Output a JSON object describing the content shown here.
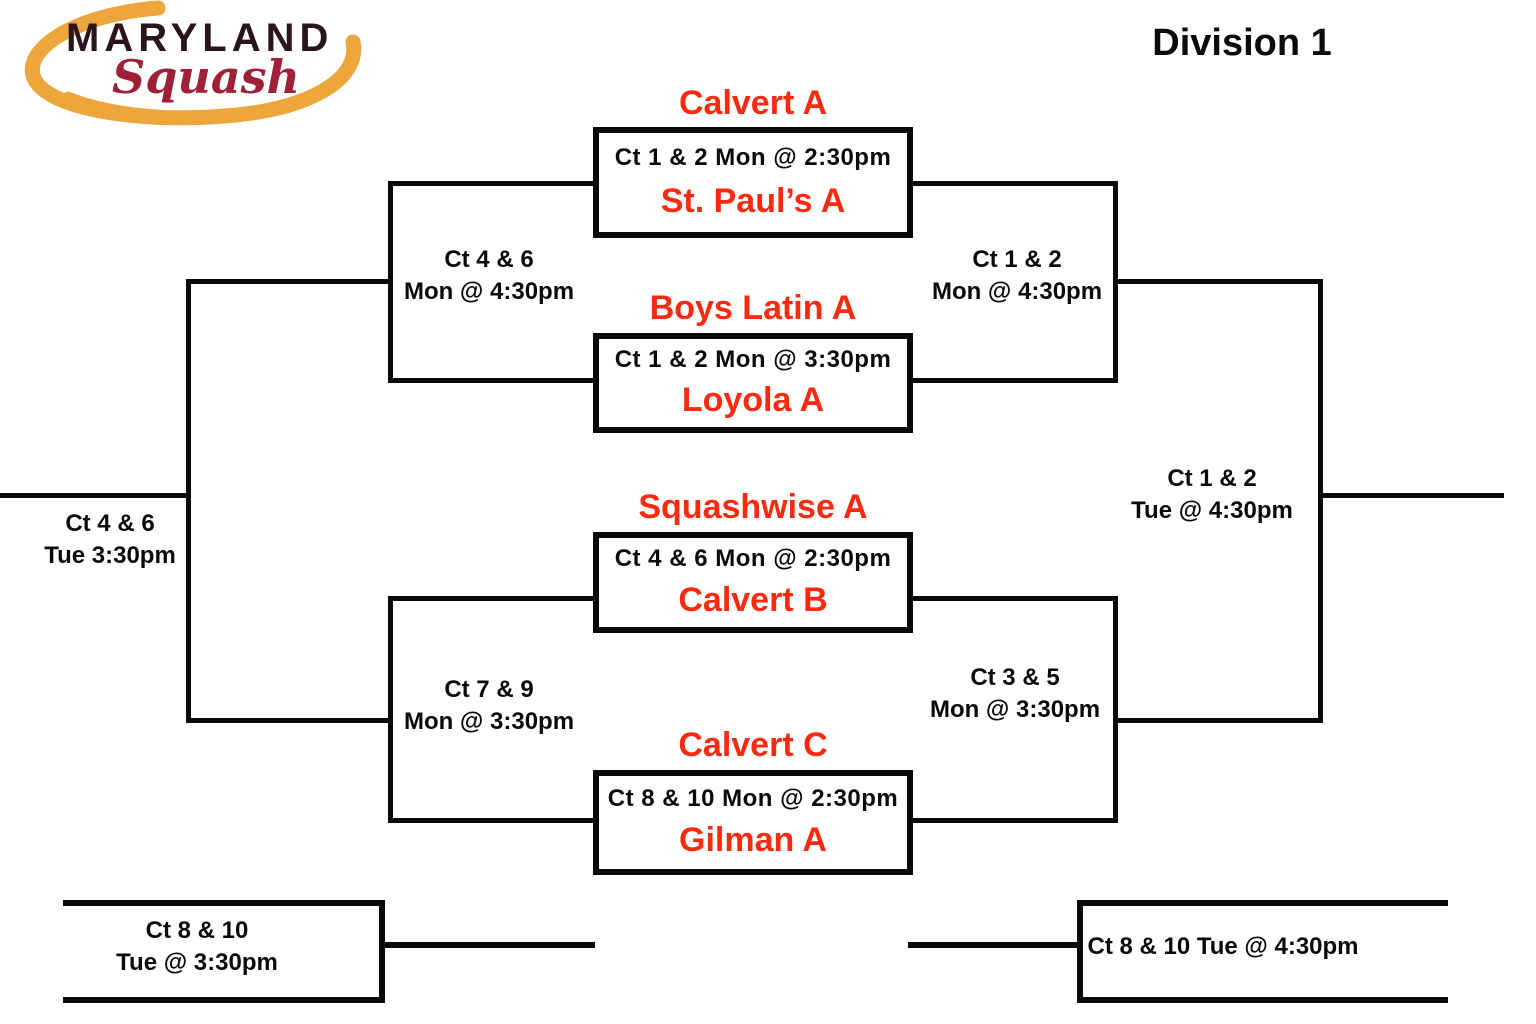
{
  "title": "Division 1",
  "logo": {
    "top": "MARYLAND",
    "bottom": "Squash"
  },
  "colors": {
    "team_red": "#fa2a0f",
    "line_black": "#0a0a0a",
    "swoosh_orange": "#eda63b",
    "logo_text_dark": "#2a161a",
    "logo_script_red": "#a02038"
  },
  "matches": [
    {
      "team_top": "Calvert A",
      "schedule": "Ct 1 & 2 Mon @ 2:30pm",
      "team_bottom": "St. Paul’s A"
    },
    {
      "team_top": "Boys Latin A",
      "schedule": "Ct 1 & 2 Mon @ 3:30pm",
      "team_bottom": "Loyola A"
    },
    {
      "team_top": "Squashwise A",
      "schedule": "Ct 4 & 6 Mon @ 2:30pm",
      "team_bottom": "Calvert B"
    },
    {
      "team_top": "Calvert C",
      "schedule": "Ct 8 & 10 Mon @ 2:30pm",
      "team_bottom": "Gilman A"
    }
  ],
  "round_labels": {
    "semi_top_left": {
      "line1": "Ct 4 & 6",
      "line2": "Mon @ 4:30pm"
    },
    "semi_top_right": {
      "line1": "Ct 1 & 2",
      "line2": "Mon @ 4:30pm"
    },
    "semi_bottom_left": {
      "line1": "Ct 7 & 9",
      "line2": "Mon @ 3:30pm"
    },
    "semi_bottom_right": {
      "line1": "Ct 3 & 5",
      "line2": "Mon @ 3:30pm"
    },
    "final": {
      "line1": "Ct 1 & 2",
      "line2": "Tue @ 4:30pm"
    },
    "third_place_left": {
      "line1": "Ct 4 & 6",
      "line2": "Tue 3:30pm"
    },
    "consolation_bottom_left": {
      "line1": "Ct 8 & 10",
      "line2": "Tue @ 3:30pm"
    },
    "consolation_bottom_right": {
      "line1": "Ct 8 & 10 Tue @ 4:30pm"
    }
  }
}
